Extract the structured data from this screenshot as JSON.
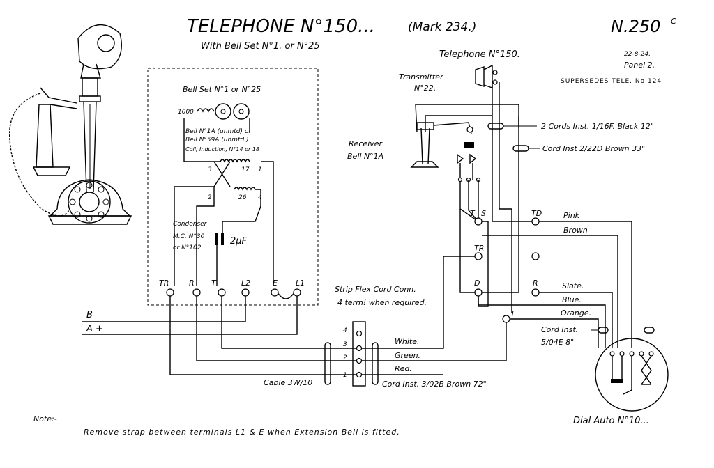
{
  "title": {
    "main": "TELEPHONE N°150...",
    "mark": "(Mark 234.)",
    "drawing_no": "N.250",
    "drawing_suffix": "C",
    "subtitle": "With Bell Set N°1. or N°25",
    "date": "22-8-24.",
    "panel": "Panel 2.",
    "supersedes": "SUPERSEDES TELE. No 124"
  },
  "bell_set": {
    "title": "Bell Set N°1 or N°25",
    "res_1000": "1000",
    "bell_line1": "Bell N°1A (unmtd) or",
    "bell_line2": "Bell N°59A (unmtd.)",
    "coil": "Coil, Induction, N°14 or 18",
    "coil_t17": "17",
    "coil_t1": "1",
    "coil_t3": "3",
    "coil_t2": "2",
    "coil_t26": "26",
    "coil_t4": "4",
    "condenser_line1": "Condenser",
    "condenser_line2": "M.C. N°30",
    "condenser_line3": "or N°102.",
    "condenser_value": "2μF",
    "terminals": [
      "TR",
      "R",
      "T",
      "L2",
      "E",
      "L1"
    ]
  },
  "line": {
    "b_minus": "B —",
    "a_plus": "A +"
  },
  "strip": {
    "label1": "Strip Flex Cord Conn.",
    "label2": "4 term! when required.",
    "numbers": [
      "4",
      "3",
      "2",
      "1"
    ],
    "wire_white": "White.",
    "wire_green": "Green.",
    "wire_red": "Red.",
    "cable": "Cable 3W/10",
    "cord": "Cord Inst. 3/02B Brown 72\""
  },
  "telephone": {
    "title": "Telephone N°150.",
    "transmitter_line1": "Transmitter",
    "transmitter_line2": "N°22.",
    "receiver_line1": "Receiver",
    "receiver_line2": "Bell N°1A",
    "cords_black": "2 Cords Inst. 1/16F. Black 12\"",
    "cord_brown": "Cord Inst 2/22D Brown 33\"",
    "terminals": {
      "t": "T",
      "s": "S",
      "tr": "TR",
      "d": "D",
      "td": "TD",
      "r": "R",
      "t2": "T"
    },
    "wire_pink": "Pink",
    "wire_brown": "Brown",
    "wire_slate": "Slate.",
    "wire_blue": "Blue.",
    "wire_orange": "Orange.",
    "cord_inst_line1": "Cord Inst.",
    "cord_inst_line2": "5/04E 8\""
  },
  "dial": {
    "label": "Dial Auto N°10..."
  },
  "note": {
    "heading": "Note:-",
    "text": "Remove strap between terminals L1 & E when Extension Bell is fitted."
  }
}
